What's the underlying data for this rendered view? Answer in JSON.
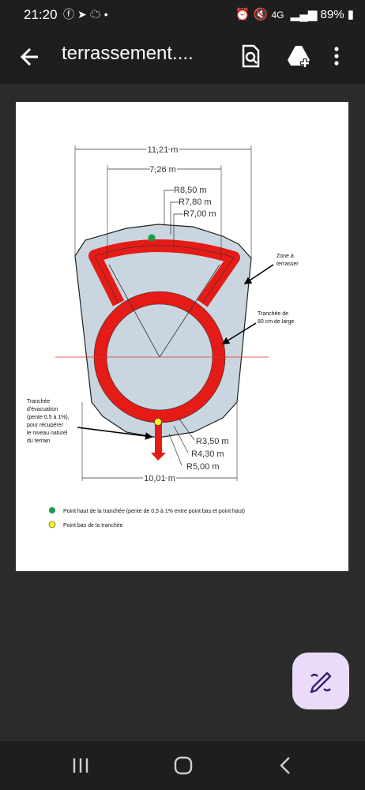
{
  "status_bar": {
    "time": "21:20",
    "left_icons": [
      "facebook-icon",
      "telegram-icon",
      "cloud-icon",
      "dot"
    ],
    "network": "4G",
    "battery": "89%"
  },
  "app_bar": {
    "title": "terrassement....",
    "icons": [
      "back-arrow-icon",
      "document-search-icon",
      "add-to-drive-icon",
      "more-vert-icon"
    ]
  },
  "drawing": {
    "dimensions": {
      "top_outer": "11,21 m",
      "top_inner": "7,26 m",
      "bottom": "10,01 m",
      "r_upper": [
        "R8,50 m",
        "R7,80 m",
        "R7,00 m"
      ],
      "r_lower": [
        "R3,50 m",
        "R4,30 m",
        "R5,00 m"
      ]
    },
    "annotations": {
      "zone": [
        "Zone à",
        "terrasser"
      ],
      "trench": [
        "Tranchée de",
        "80 cm de large"
      ],
      "evacuation": [
        "Tranchée",
        "d'évacuation",
        "(pente 0,5 à 1%),",
        "pour récupérer",
        "le niveau naturel",
        "du terrain"
      ]
    },
    "legend": [
      {
        "color": "#1a9b4a",
        "label": "Point haut de la tranchée  (pente de 0,5 à 1% entre point bas et point haut)"
      },
      {
        "color": "#f5f51a",
        "label": "Point bas de la tranchée"
      }
    ],
    "colors": {
      "zone": "#c9d6df",
      "trench": "#e41b17"
    }
  }
}
